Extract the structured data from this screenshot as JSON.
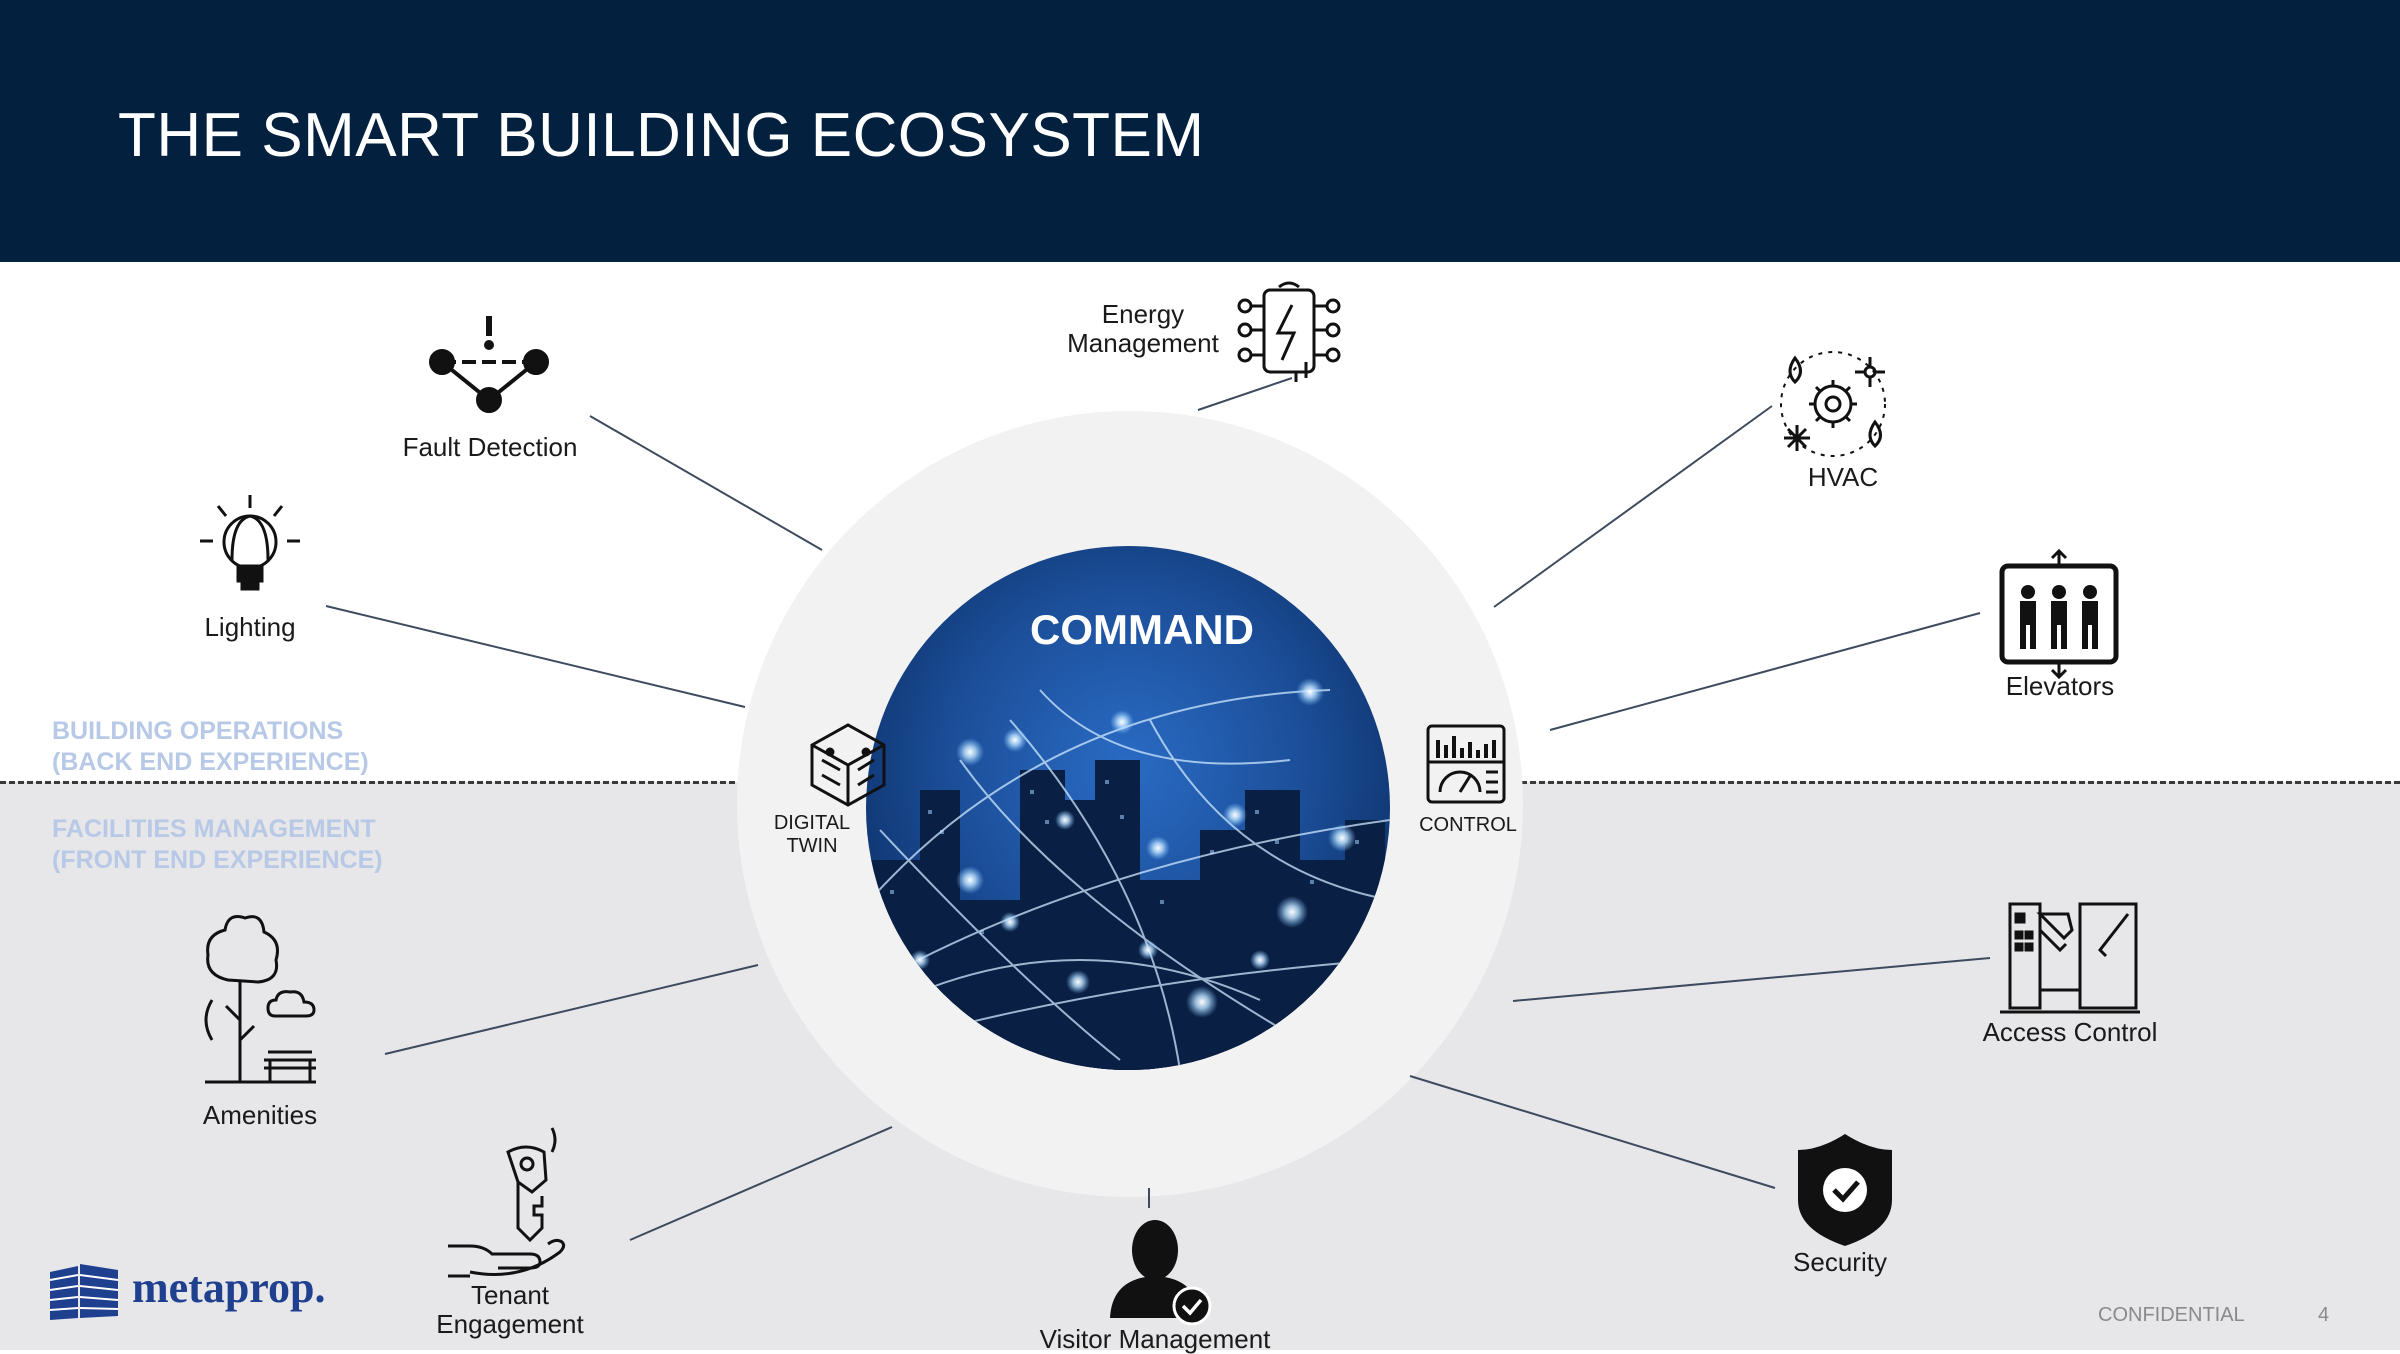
{
  "header": {
    "title": "THE SMART BUILDING ECOSYSTEM"
  },
  "zones": {
    "upper": [
      "BUILDING OPERATIONS",
      "(BACK END EXPERIENCE)"
    ],
    "lower": [
      "FACILITIES MANAGEMENT",
      "(FRONT END EXPERIENCE)"
    ]
  },
  "center": {
    "label": "COMMAND"
  },
  "ring": {
    "left_lines": [
      "DIGITAL",
      "TWIN"
    ],
    "right": "CONTROL"
  },
  "items": {
    "fault_detection": "Fault Detection",
    "energy_management": [
      "Energy",
      "Management"
    ],
    "hvac": "HVAC",
    "lighting": "Lighting",
    "elevators": "Elevators",
    "amenities": "Amenities",
    "access_control": "Access Control",
    "tenant_engagement": [
      "Tenant",
      "Engagement"
    ],
    "security": "Security",
    "visitor_management": "Visitor Management"
  },
  "footer": {
    "logo": "metaprop.",
    "confidential": "CONFIDENTIAL",
    "page": "4"
  },
  "colors": {
    "header_bg": "#03203f",
    "lower_bg": "#e7e6e8",
    "ring": "#f2f2f3",
    "zone_label": "#b7c9e6",
    "logo": "#1f3f8f",
    "command_sphere": "#1c4f9a"
  }
}
